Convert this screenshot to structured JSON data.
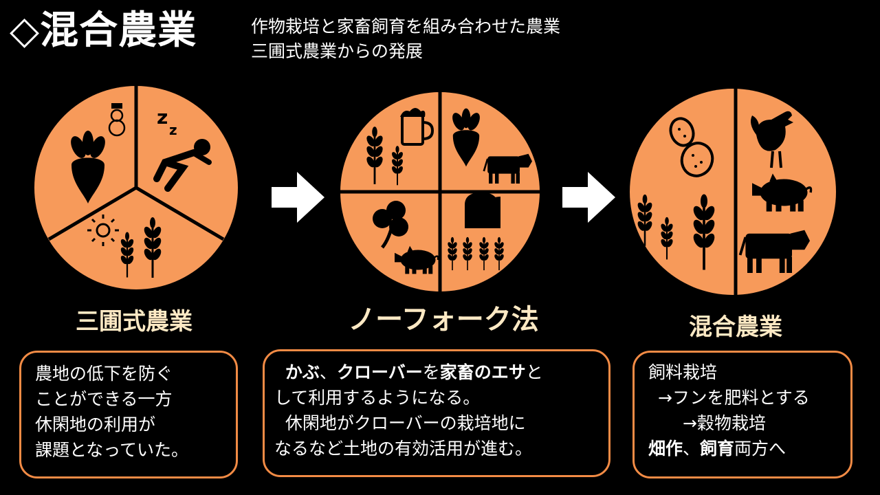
{
  "header": {
    "title": "◇混合農業",
    "subtitle_lines": [
      "作物栽培と家畜飼育を組み合わせた農業",
      "三圃式農業からの発展"
    ]
  },
  "colors": {
    "accent": "#f28b45",
    "circle_fill": "#f79a5a",
    "label": "#fde9c4",
    "background": "#000000"
  },
  "sections": [
    {
      "label": "三圃式農業",
      "icons": [
        "turnip-icon",
        "snowman-icon",
        "sleeping-icon",
        "sun-icon",
        "wheat-icon"
      ],
      "box_lines": [
        "農地の低下を防ぐ",
        "ことができる一方",
        "休閑地の利用が",
        "課題となっていた。"
      ]
    },
    {
      "label": "ノーフォーク法",
      "icons": [
        "wheat-icon",
        "beer-icon",
        "turnip-icon",
        "cow-icon",
        "clover-icon",
        "pig-icon",
        "bread-icon",
        "wheat-icon"
      ],
      "box": {
        "l1a": "かぶ",
        "l1b": "、",
        "l1c": "クローバー",
        "l1d": "を",
        "l1e": "家畜のエサ",
        "l1f": "と",
        "l2": "して利用するようになる。",
        "l3": "休閑地がクローバーの栽培地に",
        "l4": "なるなど土地の有効活用が進む。"
      }
    },
    {
      "label": "混合農業",
      "icons": [
        "potato-icon",
        "wheat-icon",
        "rooster-icon",
        "pig-icon",
        "cow-icon"
      ],
      "box": {
        "l1": "飼料栽培",
        "l2": "→フンを肥料とする",
        "l3": "→穀物栽培",
        "l4a": "畑作",
        "l4b": "、",
        "l4c": "飼育",
        "l4d": "両方へ"
      }
    }
  ]
}
